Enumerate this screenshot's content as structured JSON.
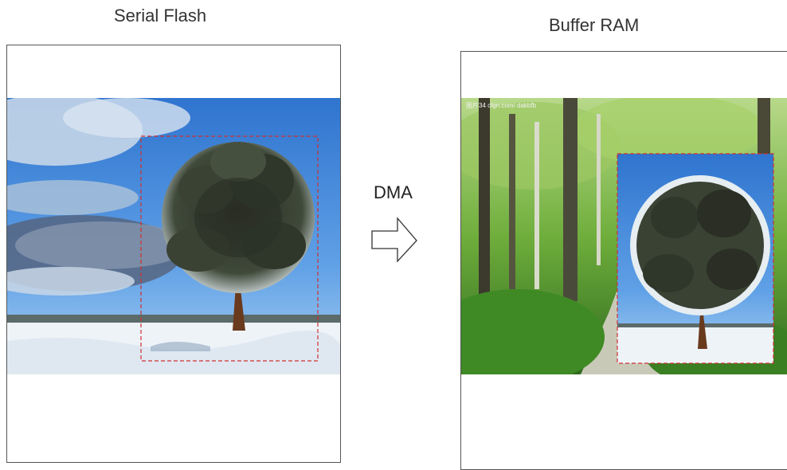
{
  "labels": {
    "source": "Serial Flash",
    "destination": "Buffer RAM",
    "transfer": "DMA"
  },
  "watermark": "图片34 cfgn.com/ dakbfb",
  "colors": {
    "frame_border": "#555555",
    "selection_dash": "#d03030",
    "sky": "#3f86d8",
    "snow": "#eef3f8",
    "forest": "#4f8f2f"
  },
  "icons": {
    "transfer_arrow": "right-arrow-outline-icon"
  }
}
